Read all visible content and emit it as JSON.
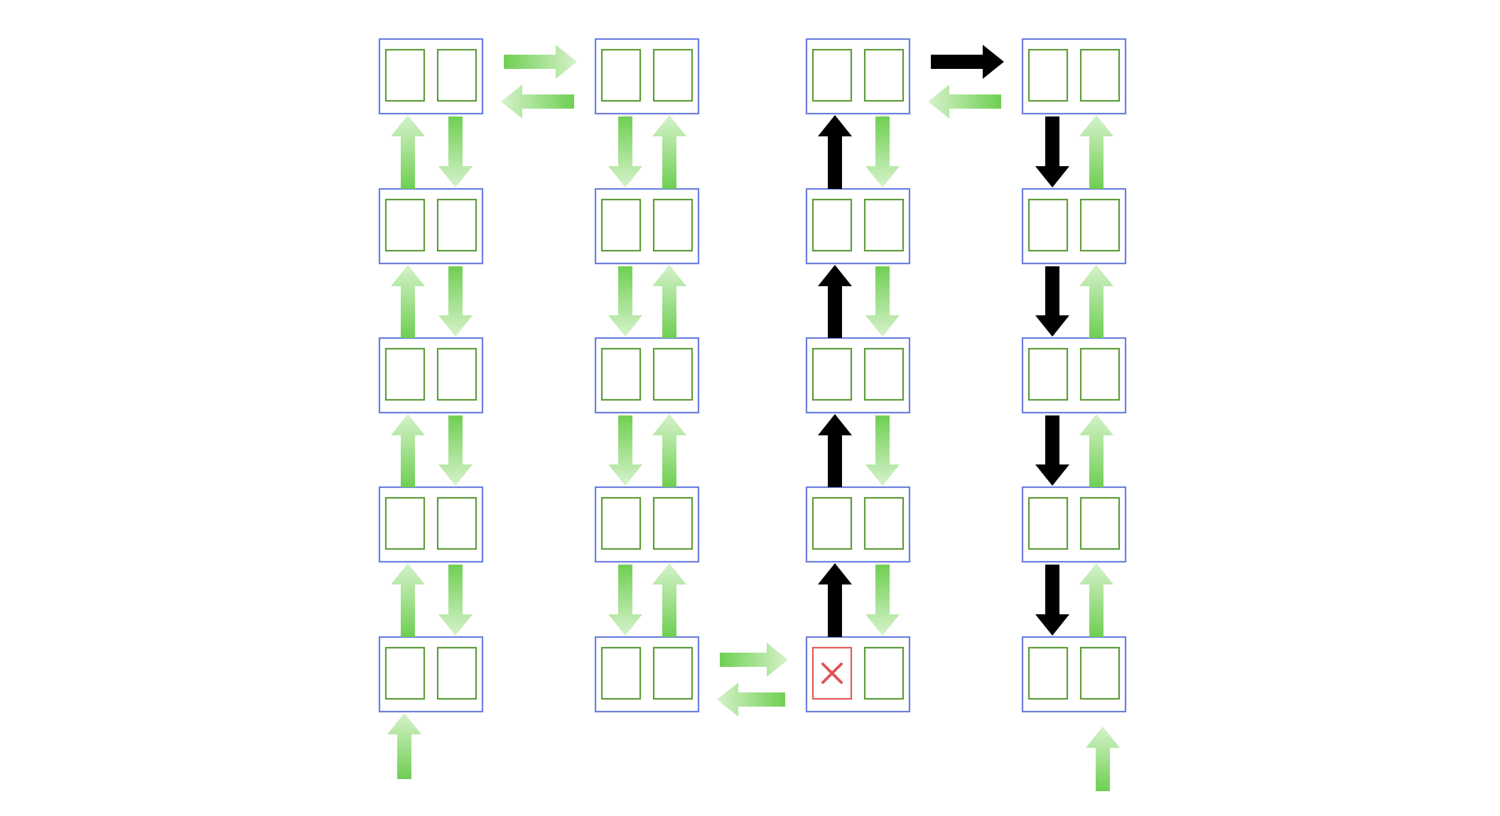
{
  "colors": {
    "background": "#ffffff",
    "node_border": "#6b7fe0",
    "slot_border": "#5e9c3a",
    "failed_slot_border": "#e05a5a",
    "failure_mark": "#e05555",
    "arrow_green_dark": "#6fcf52",
    "arrow_green_light": "#d6f2cb",
    "arrow_active": "#000000"
  },
  "icons": {
    "failure": "x-mark-icon",
    "link": "arrow-icon"
  },
  "grid": {
    "columns": 4,
    "rows": 5,
    "slots_per_node": 2
  },
  "failed_node": {
    "column": 3,
    "row": 5,
    "slot": 1
  },
  "links": {
    "vertical": [
      {
        "column": 1,
        "up": "green",
        "down": "green",
        "entry_from_below": true
      },
      {
        "column": 2,
        "up": "green",
        "down": "green",
        "entry_from_below": false
      },
      {
        "column": 3,
        "up": "black",
        "down": "green",
        "entry_from_below": false
      },
      {
        "column": 4,
        "up": "green",
        "down": "black",
        "entry_from_below": true
      }
    ],
    "horizontal": [
      {
        "between": [
          1,
          2
        ],
        "row": 1,
        "right": "green",
        "left": "green"
      },
      {
        "between": [
          2,
          3
        ],
        "row": 5,
        "right": "green",
        "left": "green"
      },
      {
        "between": [
          3,
          4
        ],
        "row": 1,
        "right": "black",
        "left": "green"
      }
    ]
  }
}
